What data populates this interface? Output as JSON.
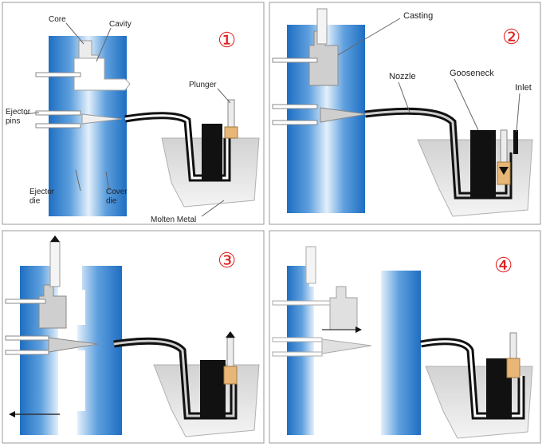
{
  "colors": {
    "die_dark": "#1f6fc4",
    "die_light": "#dcecfa",
    "metal_dark": "#111111",
    "pot_gray": "#d6d6d6",
    "casting_gray": "#c8c8c8",
    "plunger_tip": "#e8b676",
    "step_number": "#e02020"
  },
  "panels": [
    {
      "step": "①",
      "labels": {
        "core": "Core",
        "cavity": "Cavity",
        "ejector_pins": "Ejector\npins",
        "plunger": "Plunger",
        "ejector_die": "Ejector\ndie",
        "cover_die": "Cover\ndie",
        "molten_metal": "Molten Metal"
      }
    },
    {
      "step": "②",
      "labels": {
        "casting": "Casting",
        "nozzle": "Nozzle",
        "gooseneck": "Gooseneck",
        "inlet": "Inlet"
      }
    },
    {
      "step": "③",
      "labels": {}
    },
    {
      "step": "④",
      "labels": {}
    }
  ]
}
